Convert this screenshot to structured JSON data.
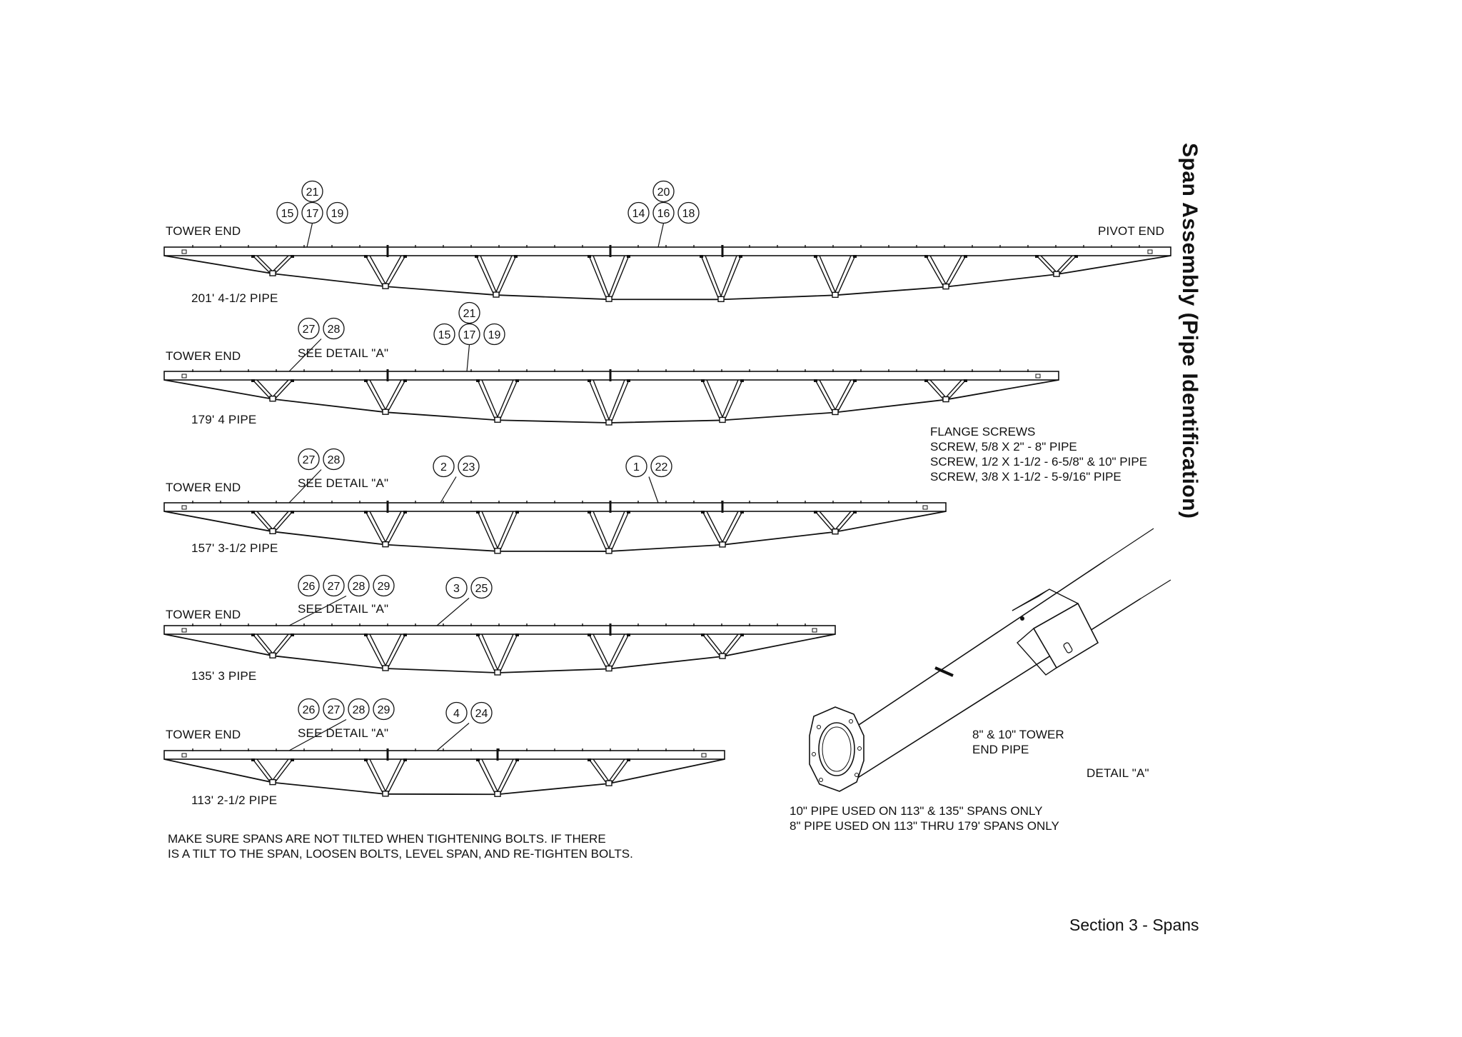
{
  "title": "Span Assembly (Pipe Identification)",
  "footer": "Section 3 - Spans",
  "spans": [
    {
      "tower_label": "TOWER END",
      "end_label": "PIVOT END",
      "pipe_label": "201' 4-1/2 PIPE",
      "detail_label": "",
      "bubble_groups": [
        {
          "top": "21",
          "row": [
            "15",
            "17",
            "19"
          ]
        },
        {
          "top": "20",
          "row": [
            "14",
            "16",
            "18"
          ]
        }
      ]
    },
    {
      "tower_label": "TOWER END",
      "end_label": "",
      "pipe_label": "179' 4 PIPE",
      "detail_label": "SEE DETAIL \"A\"",
      "bubble_groups": [
        {
          "top": "",
          "row": [
            "27",
            "28"
          ]
        },
        {
          "top": "21",
          "row": [
            "15",
            "17",
            "19"
          ]
        }
      ]
    },
    {
      "tower_label": "TOWER END",
      "end_label": "",
      "pipe_label": "157' 3-1/2 PIPE",
      "detail_label": "SEE DETAIL \"A\"",
      "bubble_groups": [
        {
          "top": "",
          "row": [
            "27",
            "28"
          ]
        },
        {
          "top": "",
          "row": [
            "2",
            "23"
          ]
        },
        {
          "top": "",
          "row": [
            "1",
            "22"
          ]
        }
      ]
    },
    {
      "tower_label": "TOWER END",
      "end_label": "",
      "pipe_label": "135' 3 PIPE",
      "detail_label": "SEE DETAIL \"A\"",
      "bubble_groups": [
        {
          "top": "",
          "row": [
            "26",
            "27",
            "28",
            "29"
          ]
        },
        {
          "top": "",
          "row": [
            "3",
            "25"
          ]
        }
      ]
    },
    {
      "tower_label": "TOWER END",
      "end_label": "",
      "pipe_label": "113' 2-1/2 PIPE",
      "detail_label": "SEE DETAIL \"A\"",
      "bubble_groups": [
        {
          "top": "",
          "row": [
            "26",
            "27",
            "28",
            "29"
          ]
        },
        {
          "top": "",
          "row": [
            "4",
            "24"
          ]
        }
      ]
    }
  ],
  "flange_screws": {
    "heading": "FLANGE SCREWS",
    "lines": [
      "SCREW, 5/8 X 2\" - 8\" PIPE",
      "SCREW, 1/2 X 1-1/2 - 6-5/8\" & 10\" PIPE",
      "SCREW, 3/8 X 1-1/2 - 5-9/16\" PIPE"
    ]
  },
  "detail_a": {
    "pipe_label_1": "8\" & 10\" TOWER",
    "pipe_label_2": "END PIPE",
    "caption": "DETAIL \"A\"",
    "note_1": "10\" PIPE USED ON 113\" & 135\" SPANS ONLY",
    "note_2": "8\" PIPE USED ON 113\" THRU 179' SPANS ONLY"
  },
  "warning": {
    "line1": "MAKE SURE SPANS ARE NOT TILTED WHEN TIGHTENING BOLTS. IF THERE",
    "line2": "IS A TILT TO THE SPAN, LOOSEN BOLTS, LEVEL SPAN, AND RE-TIGHTEN BOLTS."
  },
  "colors": {
    "ink": "#111111",
    "paper": "#ffffff"
  }
}
